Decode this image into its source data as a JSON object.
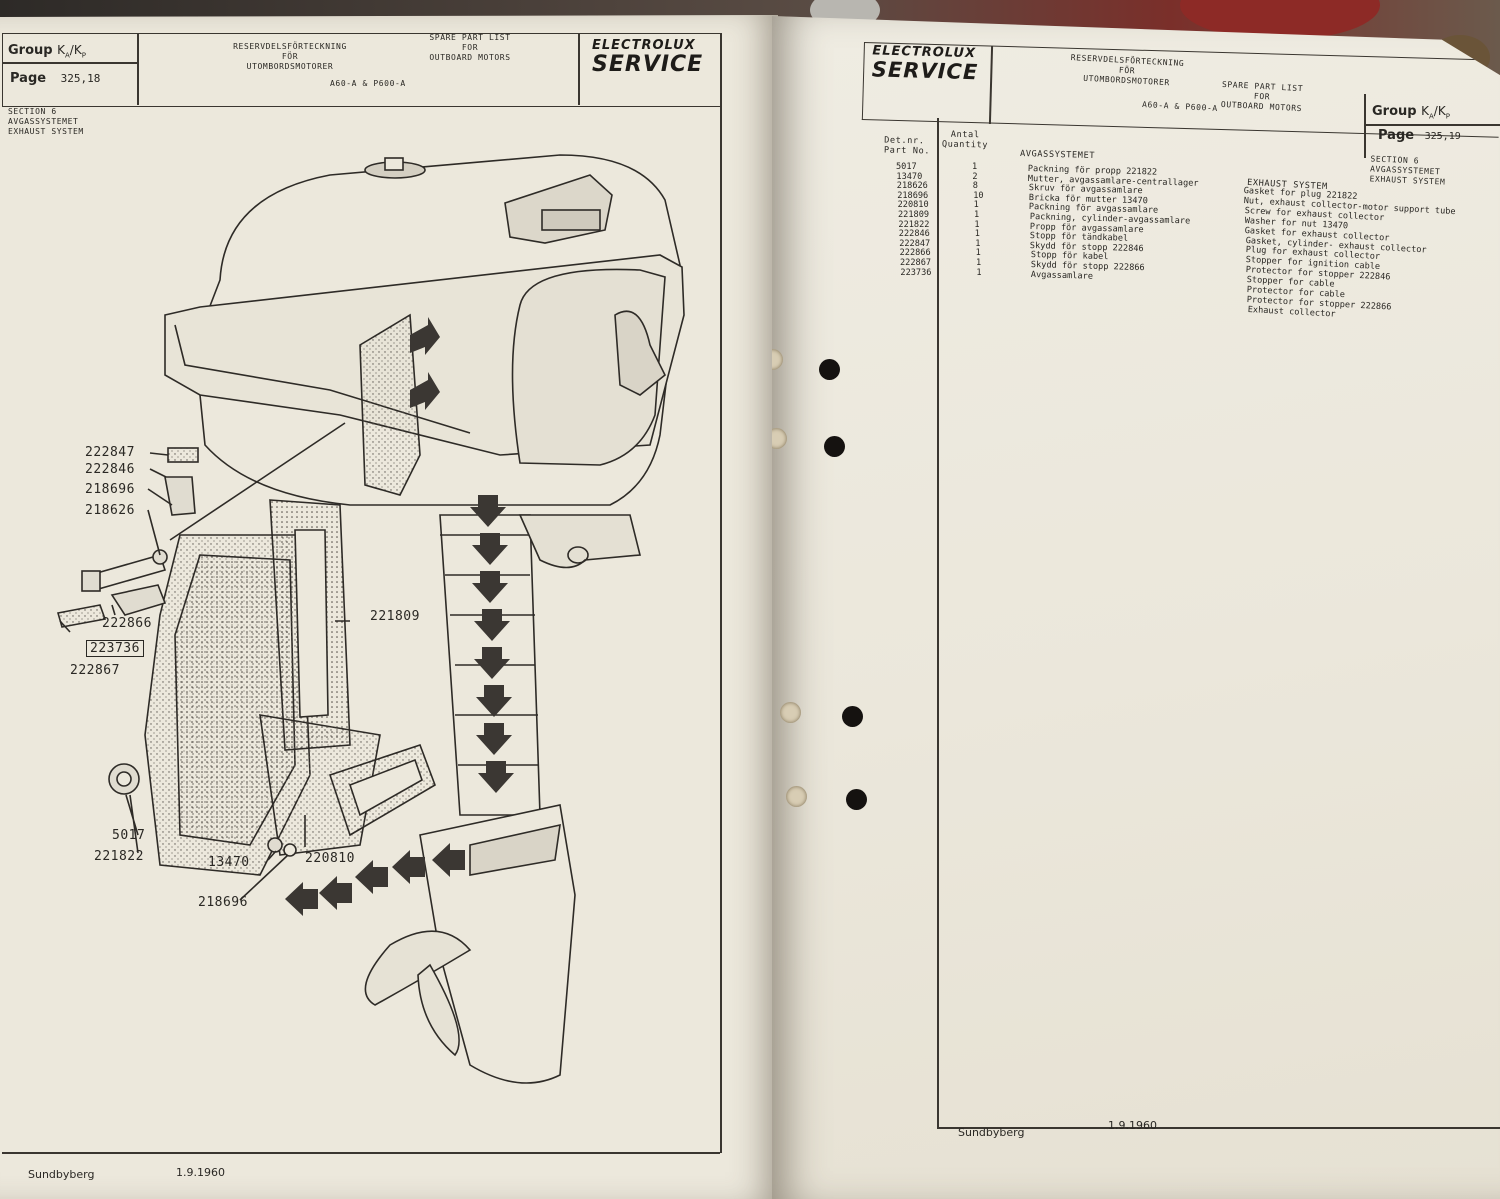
{
  "left_page": {
    "header": {
      "group_label": "Group",
      "group_code": "K",
      "group_sub_a": "A",
      "group_slash": "/K",
      "group_sub_p": "P",
      "page_label": "Page",
      "page_number": "325,18",
      "swedish_title_1": "RESERVDELSFÖRTECKNING",
      "swedish_title_2": "FÖR",
      "swedish_title_3": "UTOMBORDSMOTORER",
      "english_title_1": "SPARE PART LIST",
      "english_title_2": "FOR",
      "english_title_3": "OUTBOARD MOTORS",
      "models": "A60-A & P600-A",
      "logo_line1": "ELECTROLUX",
      "logo_line2": "SERVICE"
    },
    "section": {
      "line1": "SECTION 6",
      "line2": "AVGASSYSTEMET",
      "line3": "EXHAUST SYSTEM"
    },
    "callouts": [
      {
        "text": "222847"
      },
      {
        "text": "222846"
      },
      {
        "text": "218696"
      },
      {
        "text": "218626"
      },
      {
        "text": "222866"
      },
      {
        "text": "223736"
      },
      {
        "text": "222867"
      },
      {
        "text": "221809"
      },
      {
        "text": "5017"
      },
      {
        "text": "221822"
      },
      {
        "text": "13470"
      },
      {
        "text": "220810"
      },
      {
        "text": "218696"
      }
    ],
    "footer": {
      "place": "Sundbyberg",
      "date": "1.9.1960"
    }
  },
  "right_page": {
    "header": {
      "logo_line1": "ELECTROLUX",
      "logo_line2": "SERVICE",
      "swedish_title_1": "RESERVDELSFÖRTECKNING",
      "swedish_title_2": "FÖR",
      "swedish_title_3": "UTOMBORDSMOTORER",
      "english_title_1": "SPARE PART LIST",
      "english_title_2": "FOR",
      "english_title_3": "OUTBOARD MOTORS",
      "models": "A60-A & P600-A",
      "group_label": "Group",
      "group_code": "K",
      "group_sub_a": "A",
      "group_slash": "/K",
      "group_sub_p": "P",
      "page_label": "Page",
      "page_number": "325,19"
    },
    "columns": {
      "det_nr": "Det.nr.",
      "part_no": "Part No.",
      "antal": "Antal",
      "quantity": "Quantity",
      "swedish_heading": "AVGASSYSTEMET",
      "english_heading": "EXHAUST SYSTEM"
    },
    "section": {
      "line1": "SECTION 6",
      "line2": "AVGASSYSTEMET",
      "line3": "EXHAUST SYSTEM"
    },
    "parts": [
      {
        "part_no": "5017",
        "qty": "1",
        "sv": "Packning för propp 221822",
        "en": "Gasket for plug 221822"
      },
      {
        "part_no": "13470",
        "qty": "2",
        "sv": "Mutter, avgassamlare-centrallager",
        "en": "Nut, exhaust collector-motor support tube"
      },
      {
        "part_no": "218626",
        "qty": "8",
        "sv": "Skruv för avgassamlare",
        "en": "Screw for exhaust collector"
      },
      {
        "part_no": "218696",
        "qty": "10",
        "sv": "Bricka för mutter 13470",
        "en": "Washer for nut 13470"
      },
      {
        "part_no": "220810",
        "qty": "1",
        "sv": "Packning för avgassamlare",
        "en": "Gasket for exhaust collector"
      },
      {
        "part_no": "221809",
        "qty": "1",
        "sv": "Packning, cylinder-avgassamlare",
        "en": "Gasket, cylinder- exhaust collector"
      },
      {
        "part_no": "221822",
        "qty": "1",
        "sv": "Propp för avgassamlare",
        "en": "Plug for exhaust collector"
      },
      {
        "part_no": "222846",
        "qty": "1",
        "sv": "Stopp för tändkabel",
        "en": "Stopper for ignition cable"
      },
      {
        "part_no": "222847",
        "qty": "1",
        "sv": "Skydd för stopp 222846",
        "en": "Protector for stopper 222846"
      },
      {
        "part_no": "222866",
        "qty": "1",
        "sv": "Stopp för kabel",
        "en": "Stopper for cable"
      },
      {
        "part_no": "222867",
        "qty": "1",
        "sv": "Skydd för stopp 222866",
        "en": "Protector for cable"
      },
      {
        "part_no": "223736",
        "qty": "1",
        "sv": "Avgassamlare",
        "en": "Protector for stopper 222866"
      },
      {
        "part_no": "",
        "qty": "",
        "sv": "",
        "en": "Exhaust collector"
      }
    ],
    "footer": {
      "place": "Sundbyberg",
      "date": "1.9.1960"
    }
  }
}
